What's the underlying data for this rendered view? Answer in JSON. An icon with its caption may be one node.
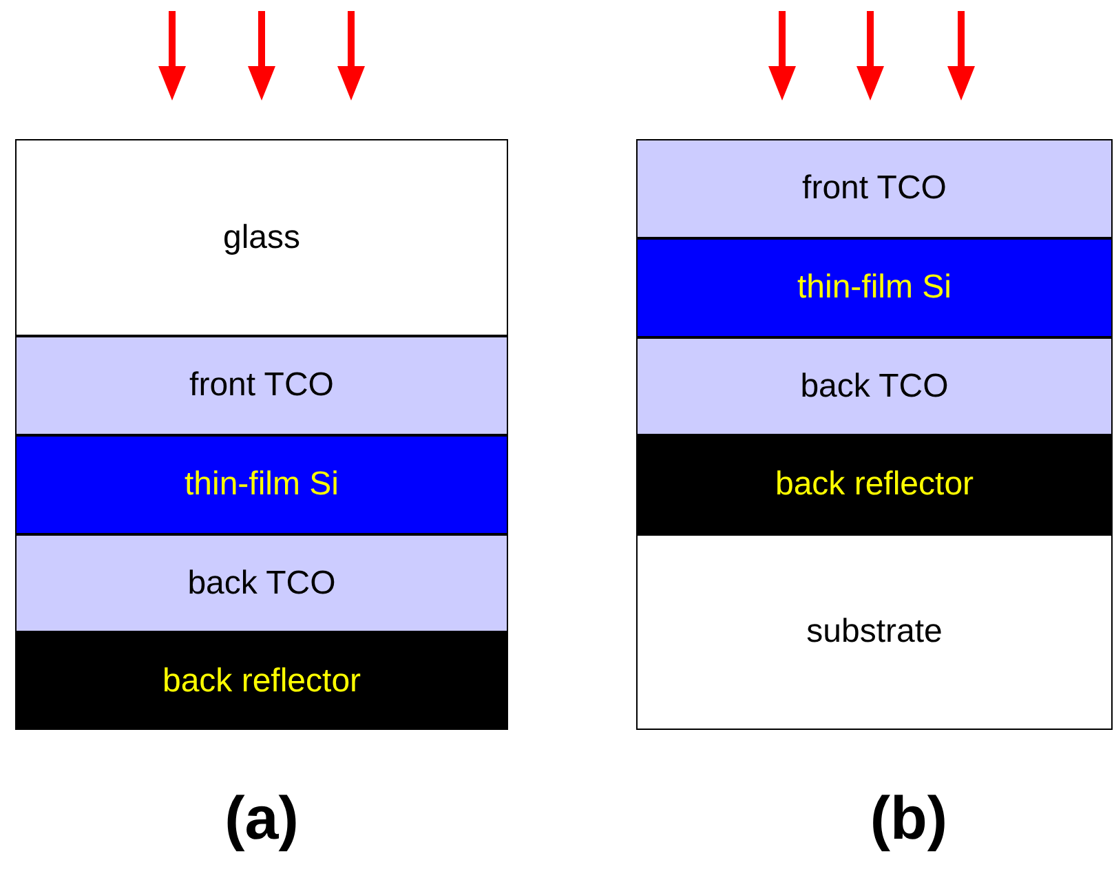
{
  "diagram": {
    "nodes": [
      {
        "text": [
          "glass"
        ]
      },
      {
        "text": [
          "front TCO"
        ]
      },
      {
        "text": [
          "thin-film Si"
        ]
      },
      {
        "text": [
          "back TCO"
        ]
      },
      {
        "text": [
          "back reflector"
        ]
      },
      {
        "text": [
          "front TCO"
        ]
      },
      {
        "text": [
          "thin-film Si"
        ]
      },
      {
        "text": [
          "back TCO"
        ]
      },
      {
        "text": [
          "back reflector"
        ]
      },
      {
        "text": [
          "substrate"
        ]
      }
    ],
    "edges": [],
    "labels": [
      "(a)",
      "(b)"
    ]
  }
}
